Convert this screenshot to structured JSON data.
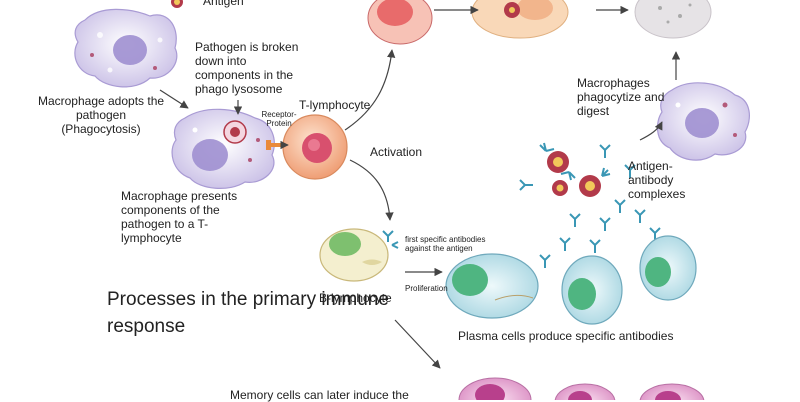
{
  "labels": {
    "antigen": "Antigen",
    "pathogen_broken_down": "Pathogen is broken down into components in the phago lysosome",
    "macrophage_adopts": "Macrophage adopts the pathogen (Phagocytosis)",
    "receptor_protein": "Receptor-Protein",
    "t_lymphocyte": "T-lymphocyte",
    "activation": "Activation",
    "macrophages_phagocytize": "Macrophages phagocytize and digest",
    "antigen_antibody": "Antigen-antibody complexes",
    "macrophage_presents": "Macrophage presents components of the pathogen to a T-lymphocyte",
    "first_specific_antibodies": "first specific antibodies against the antigen",
    "b_lymphocyte": "B-lymphocyte",
    "proliferation": "Proliferation",
    "plasma_cells": "Plasma cells produce specific antibodies",
    "memory_cells": "Memory cells can later induce the",
    "title": "Processes in the primary immune response"
  },
  "colors": {
    "macrophage": "#c9bfe6",
    "macrophage_nucleus": "#9f8fd0",
    "t_cell": "#f3b38e",
    "t_cell_nucleus": "#d8506e",
    "b_cell": "#f4efcf",
    "b_cell_nucleus": "#7ec06f",
    "plasma_cell": "#bfe3ea",
    "plasma_nucleus": "#4fb581",
    "red_cell": "#e86b6b",
    "memory_cell": "#e9a6d1",
    "antibody": "#3a97b5",
    "antigen_virus": "#b23a4a",
    "arrow": "#444444"
  }
}
